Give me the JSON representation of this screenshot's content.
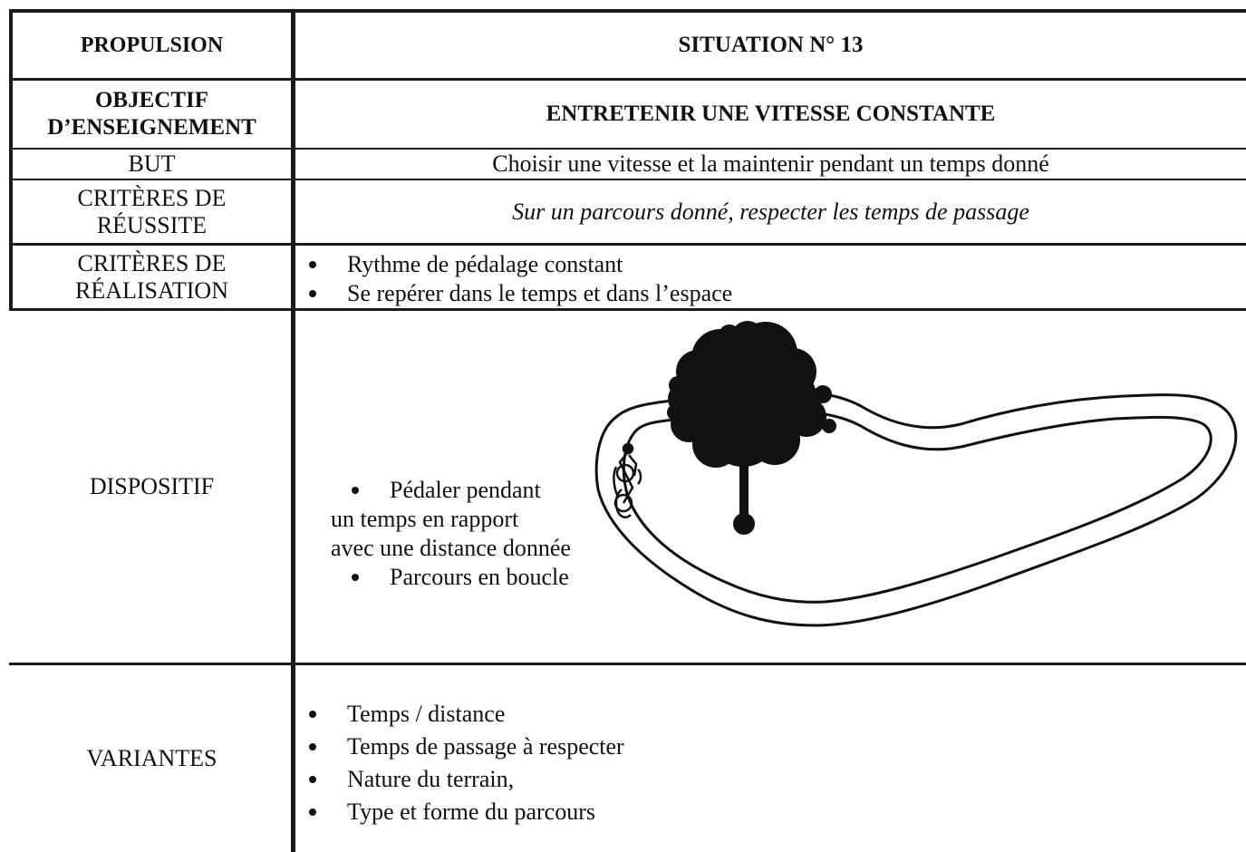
{
  "header": {
    "left": "PROPULSION",
    "right": "SITUATION N° 13"
  },
  "rows": {
    "objectif": {
      "label_line1": "OBJECTIF",
      "label_line2": "D’ENSEIGNEMENT",
      "value": "ENTRETENIR UNE VITESSE CONSTANTE"
    },
    "but": {
      "label": "BUT",
      "value": "Choisir une vitesse et la maintenir pendant un temps donné"
    },
    "reussite": {
      "label_line1": "CRITÈRES DE",
      "label_line2": "RÉUSSITE",
      "value": "Sur un parcours donné, respecter les temps de passage"
    },
    "realisation": {
      "label_line1": "CRITÈRES DE",
      "label_line2": "RÉALISATION",
      "items": [
        "Rythme de pédalage constant",
        "Se repérer dans le temps et dans l’espace"
      ]
    },
    "dispositif": {
      "label": "DISPOSITIF",
      "item1_line1": "Pédaler pendant",
      "item1_line2": "un temps en rapport",
      "item1_line3": "avec une distance donnée",
      "item2": "Parcours en boucle",
      "illustration": {
        "icons": [
          "tree-icon",
          "cyclist-icon",
          "loop-track-icon"
        ]
      }
    },
    "variantes": {
      "label": "VARIANTES",
      "items": [
        "Temps / distance",
        "Temps de passage à respecter",
        "Nature du terrain,",
        "Type et forme du parcours"
      ]
    }
  },
  "colors": {
    "border": "#1a1a1a",
    "text": "#111111",
    "background": "#ffffff"
  }
}
